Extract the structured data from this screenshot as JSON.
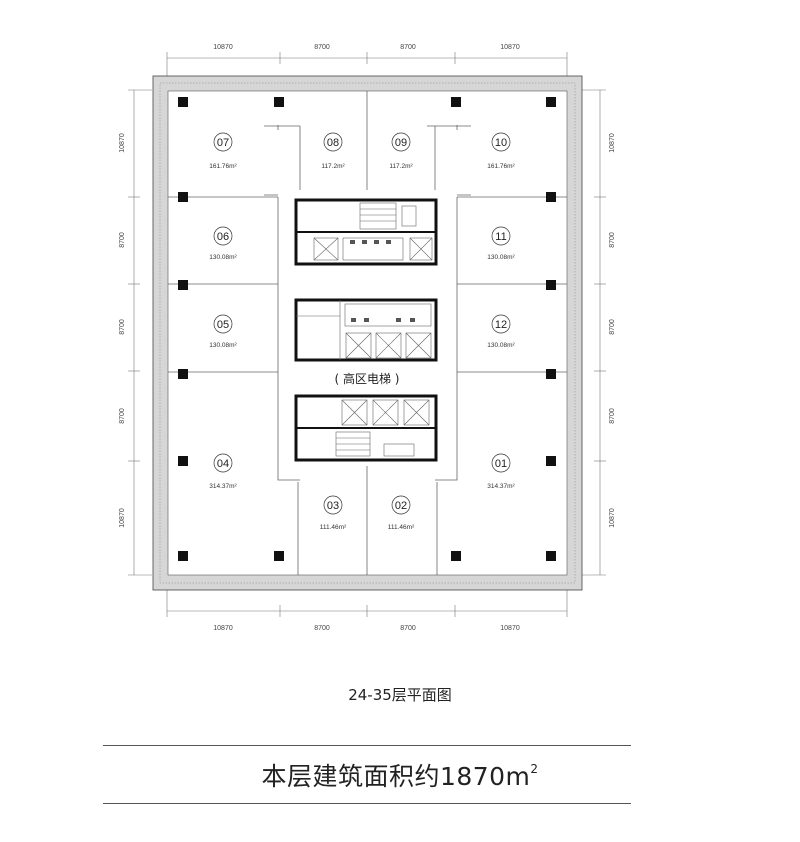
{
  "dimensions": {
    "top": [
      "10870",
      "8700",
      "8700",
      "10870"
    ],
    "bottom": [
      "10870",
      "8700",
      "8700",
      "10870"
    ],
    "left": [
      "10870",
      "8700",
      "8700",
      "8700",
      "10870"
    ],
    "right": [
      "10870",
      "8700",
      "8700",
      "8700",
      "10870"
    ]
  },
  "units": [
    {
      "no": "07",
      "area": "161.76m²"
    },
    {
      "no": "08",
      "area": "117.2m²"
    },
    {
      "no": "09",
      "area": "117.2m²"
    },
    {
      "no": "10",
      "area": "161.76m²"
    },
    {
      "no": "06",
      "area": "130.08m²"
    },
    {
      "no": "11",
      "area": "130.08m²"
    },
    {
      "no": "05",
      "area": "130.08m²"
    },
    {
      "no": "12",
      "area": "130.08m²"
    },
    {
      "no": "04",
      "area": "314.37m²"
    },
    {
      "no": "01",
      "area": "314.37m²"
    },
    {
      "no": "03",
      "area": "111.46m²"
    },
    {
      "no": "02",
      "area": "111.46m²"
    }
  ],
  "core_label": "( 高区电梯 )",
  "floor_caption": "24-35层平面图",
  "area_caption": {
    "text": "本层建筑面积约1870m",
    "superscript": "2"
  }
}
